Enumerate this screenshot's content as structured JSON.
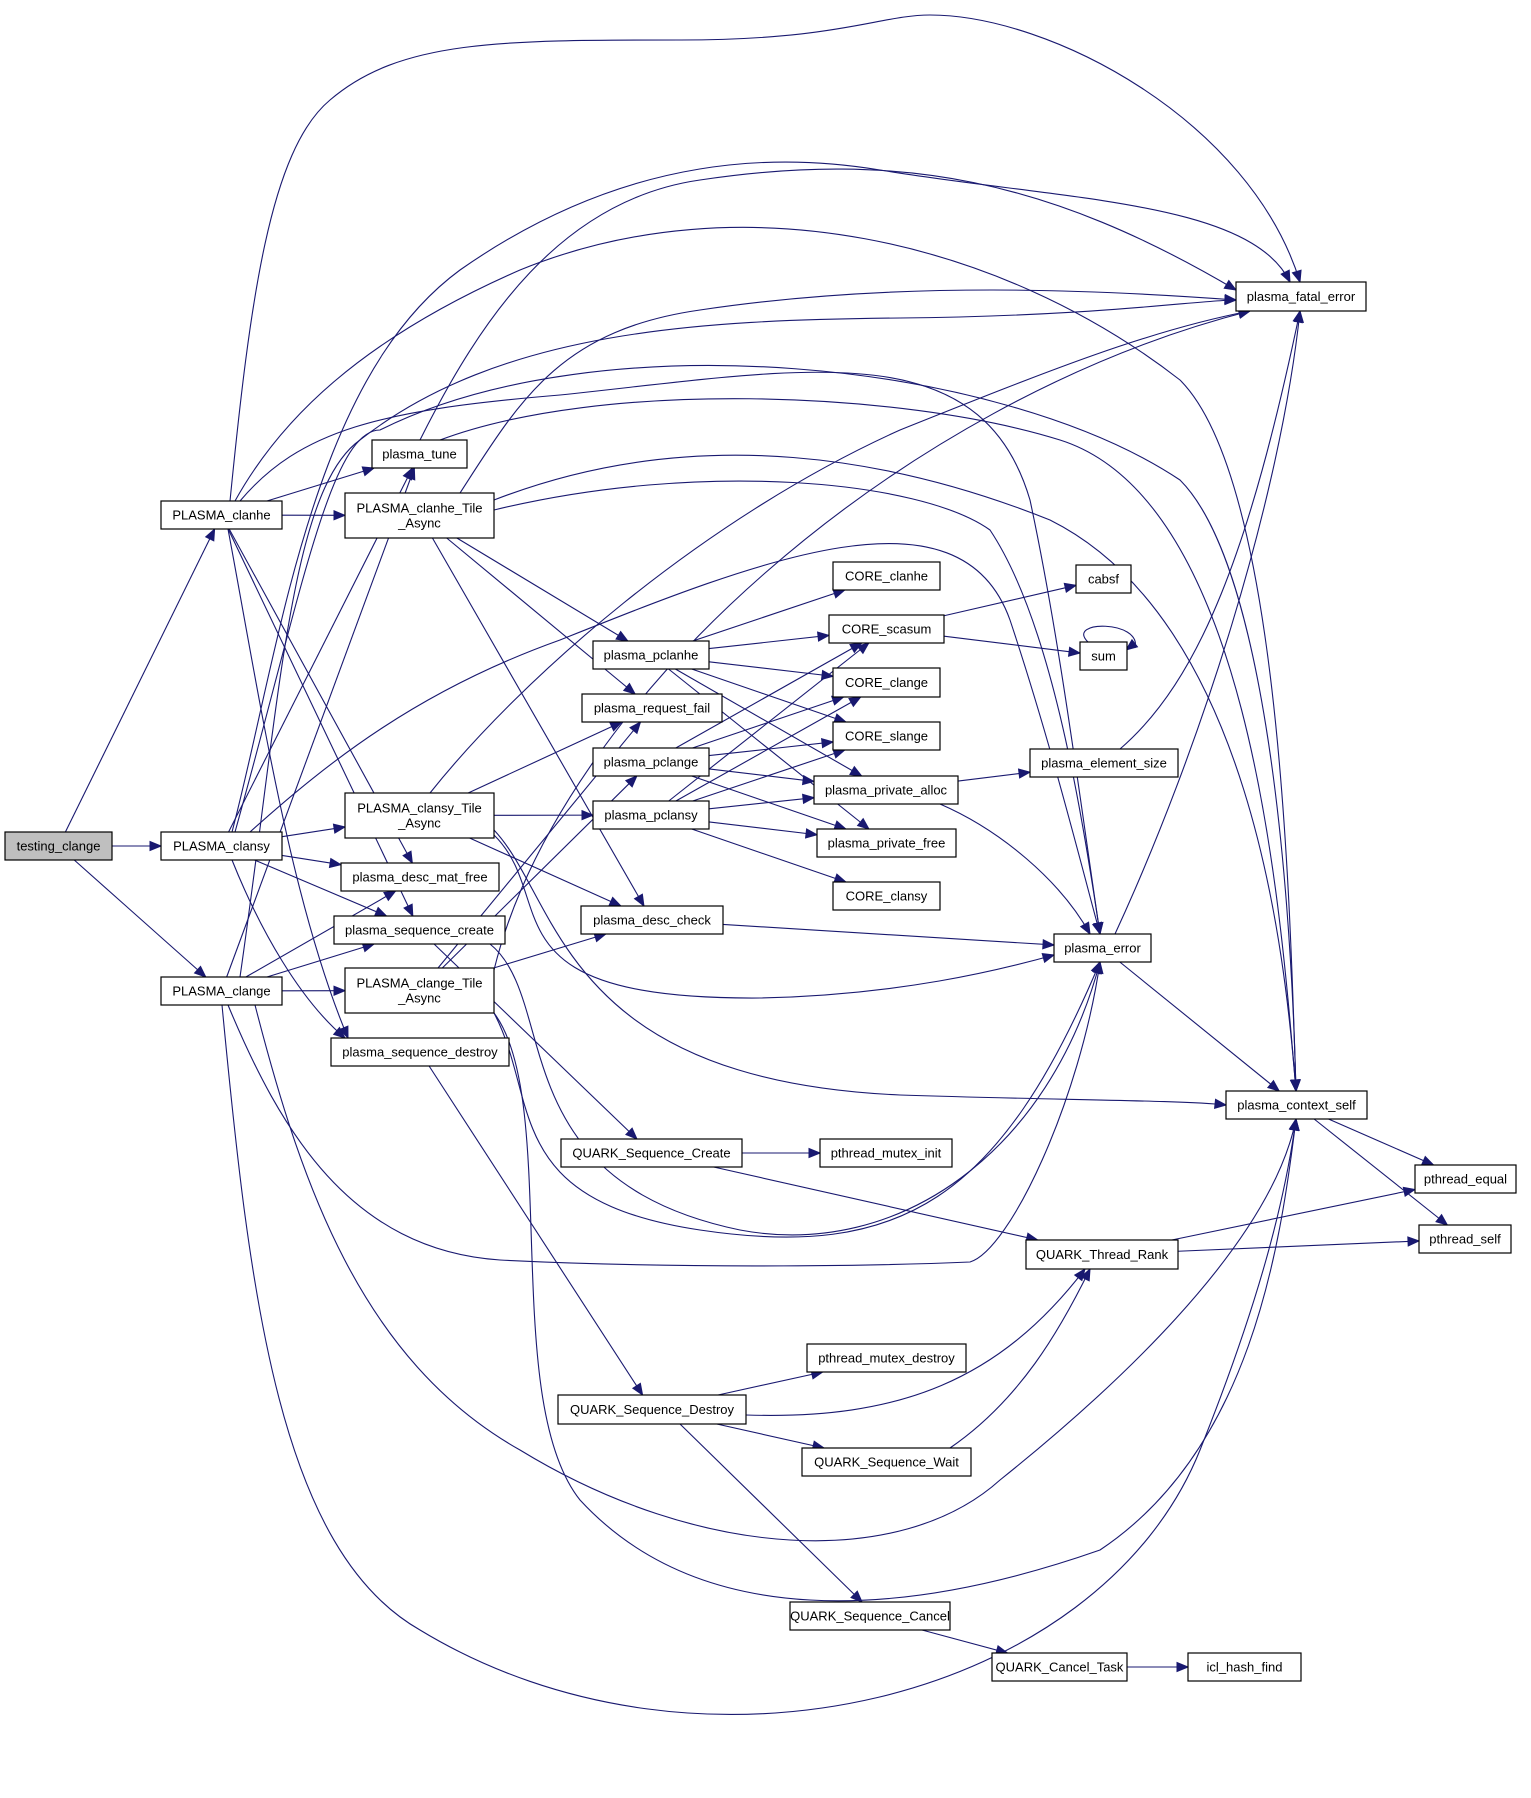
{
  "diagram": {
    "type": "call-graph",
    "root": "testing_clange",
    "colors": {
      "edge": "#191970",
      "node_border": "#000000",
      "node_fill": "#ffffff",
      "root_fill": "#bfbfbf"
    },
    "nodes": [
      {
        "id": "testing_clange",
        "label": [
          "testing_clange"
        ]
      },
      {
        "id": "PLASMA_clanhe",
        "label": [
          "PLASMA_clanhe"
        ]
      },
      {
        "id": "PLASMA_clansy",
        "label": [
          "PLASMA_clansy"
        ]
      },
      {
        "id": "PLASMA_clange",
        "label": [
          "PLASMA_clange"
        ]
      },
      {
        "id": "plasma_tune",
        "label": [
          "plasma_tune"
        ]
      },
      {
        "id": "PLASMA_clanhe_Tile_Async",
        "label": [
          "PLASMA_clanhe_Tile",
          "_Async"
        ]
      },
      {
        "id": "PLASMA_clansy_Tile_Async",
        "label": [
          "PLASMA_clansy_Tile",
          "_Async"
        ]
      },
      {
        "id": "plasma_desc_mat_free",
        "label": [
          "plasma_desc_mat_free"
        ]
      },
      {
        "id": "plasma_sequence_create",
        "label": [
          "plasma_sequence_create"
        ]
      },
      {
        "id": "PLASMA_clange_Tile_Async",
        "label": [
          "PLASMA_clange_Tile",
          "_Async"
        ]
      },
      {
        "id": "plasma_sequence_destroy",
        "label": [
          "plasma_sequence_destroy"
        ]
      },
      {
        "id": "plasma_pclanhe",
        "label": [
          "plasma_pclanhe"
        ]
      },
      {
        "id": "plasma_request_fail",
        "label": [
          "plasma_request_fail"
        ]
      },
      {
        "id": "plasma_pclange",
        "label": [
          "plasma_pclange"
        ]
      },
      {
        "id": "plasma_pclansy",
        "label": [
          "plasma_pclansy"
        ]
      },
      {
        "id": "plasma_desc_check",
        "label": [
          "plasma_desc_check"
        ]
      },
      {
        "id": "QUARK_Sequence_Create",
        "label": [
          "QUARK_Sequence_Create"
        ]
      },
      {
        "id": "QUARK_Sequence_Destroy",
        "label": [
          "QUARK_Sequence_Destroy"
        ]
      },
      {
        "id": "CORE_clanhe",
        "label": [
          "CORE_clanhe"
        ]
      },
      {
        "id": "CORE_scasum",
        "label": [
          "CORE_scasum"
        ]
      },
      {
        "id": "CORE_clange",
        "label": [
          "CORE_clange"
        ]
      },
      {
        "id": "CORE_slange",
        "label": [
          "CORE_slange"
        ]
      },
      {
        "id": "plasma_private_alloc",
        "label": [
          "plasma_private_alloc"
        ]
      },
      {
        "id": "plasma_private_free",
        "label": [
          "plasma_private_free"
        ]
      },
      {
        "id": "CORE_clansy",
        "label": [
          "CORE_clansy"
        ]
      },
      {
        "id": "pthread_mutex_init",
        "label": [
          "pthread_mutex_init"
        ]
      },
      {
        "id": "pthread_mutex_destroy",
        "label": [
          "pthread_mutex_destroy"
        ]
      },
      {
        "id": "QUARK_Sequence_Wait",
        "label": [
          "QUARK_Sequence_Wait"
        ]
      },
      {
        "id": "QUARK_Sequence_Cancel",
        "label": [
          "QUARK_Sequence_Cancel"
        ]
      },
      {
        "id": "cabsf",
        "label": [
          "cabsf"
        ]
      },
      {
        "id": "sum",
        "label": [
          "sum"
        ]
      },
      {
        "id": "plasma_element_size",
        "label": [
          "plasma_element_size"
        ]
      },
      {
        "id": "plasma_error",
        "label": [
          "plasma_error"
        ]
      },
      {
        "id": "QUARK_Thread_Rank",
        "label": [
          "QUARK_Thread_Rank"
        ]
      },
      {
        "id": "QUARK_Cancel_Task",
        "label": [
          "QUARK_Cancel_Task"
        ]
      },
      {
        "id": "plasma_fatal_error",
        "label": [
          "plasma_fatal_error"
        ]
      },
      {
        "id": "plasma_context_self",
        "label": [
          "plasma_context_self"
        ]
      },
      {
        "id": "icl_hash_find",
        "label": [
          "icl_hash_find"
        ]
      },
      {
        "id": "pthread_equal",
        "label": [
          "pthread_equal"
        ]
      },
      {
        "id": "pthread_self",
        "label": [
          "pthread_self"
        ]
      }
    ],
    "edges": [
      [
        "testing_clange",
        "PLASMA_clanhe"
      ],
      [
        "testing_clange",
        "PLASMA_clansy"
      ],
      [
        "testing_clange",
        "PLASMA_clange"
      ],
      [
        "PLASMA_clanhe",
        "plasma_tune"
      ],
      [
        "PLASMA_clanhe",
        "PLASMA_clanhe_Tile_Async"
      ],
      [
        "PLASMA_clanhe",
        "plasma_desc_mat_free"
      ],
      [
        "PLASMA_clanhe",
        "plasma_sequence_create"
      ],
      [
        "PLASMA_clanhe",
        "plasma_sequence_destroy"
      ],
      [
        "PLASMA_clanhe",
        "plasma_fatal_error"
      ],
      [
        "PLASMA_clanhe",
        "plasma_context_self"
      ],
      [
        "PLASMA_clanhe",
        "plasma_error"
      ],
      [
        "PLASMA_clansy",
        "plasma_tune"
      ],
      [
        "PLASMA_clansy",
        "PLASMA_clansy_Tile_Async"
      ],
      [
        "PLASMA_clansy",
        "plasma_desc_mat_free"
      ],
      [
        "PLASMA_clansy",
        "plasma_sequence_create"
      ],
      [
        "PLASMA_clansy",
        "plasma_sequence_destroy"
      ],
      [
        "PLASMA_clansy",
        "plasma_fatal_error"
      ],
      [
        "PLASMA_clansy",
        "plasma_context_self"
      ],
      [
        "PLASMA_clansy",
        "plasma_error"
      ],
      [
        "PLASMA_clange",
        "plasma_tune"
      ],
      [
        "PLASMA_clange",
        "PLASMA_clange_Tile_Async"
      ],
      [
        "PLASMA_clange",
        "plasma_desc_mat_free"
      ],
      [
        "PLASMA_clange",
        "plasma_sequence_create"
      ],
      [
        "PLASMA_clange",
        "plasma_sequence_destroy"
      ],
      [
        "PLASMA_clange",
        "plasma_fatal_error"
      ],
      [
        "PLASMA_clange",
        "plasma_context_self"
      ],
      [
        "PLASMA_clange",
        "plasma_error"
      ],
      [
        "plasma_tune",
        "plasma_fatal_error"
      ],
      [
        "plasma_tune",
        "plasma_context_self"
      ],
      [
        "PLASMA_clanhe_Tile_Async",
        "plasma_pclanhe"
      ],
      [
        "PLASMA_clanhe_Tile_Async",
        "plasma_request_fail"
      ],
      [
        "PLASMA_clanhe_Tile_Async",
        "plasma_desc_check"
      ],
      [
        "PLASMA_clanhe_Tile_Async",
        "plasma_fatal_error"
      ],
      [
        "PLASMA_clanhe_Tile_Async",
        "plasma_context_self"
      ],
      [
        "PLASMA_clanhe_Tile_Async",
        "plasma_error"
      ],
      [
        "PLASMA_clansy_Tile_Async",
        "plasma_pclansy"
      ],
      [
        "PLASMA_clansy_Tile_Async",
        "plasma_request_fail"
      ],
      [
        "PLASMA_clansy_Tile_Async",
        "plasma_desc_check"
      ],
      [
        "PLASMA_clansy_Tile_Async",
        "plasma_fatal_error"
      ],
      [
        "PLASMA_clansy_Tile_Async",
        "plasma_context_self"
      ],
      [
        "PLASMA_clansy_Tile_Async",
        "plasma_error"
      ],
      [
        "PLASMA_clange_Tile_Async",
        "plasma_pclange"
      ],
      [
        "PLASMA_clange_Tile_Async",
        "plasma_request_fail"
      ],
      [
        "PLASMA_clange_Tile_Async",
        "plasma_desc_check"
      ],
      [
        "PLASMA_clange_Tile_Async",
        "plasma_fatal_error"
      ],
      [
        "PLASMA_clange_Tile_Async",
        "plasma_context_self"
      ],
      [
        "PLASMA_clange_Tile_Async",
        "plasma_error"
      ],
      [
        "plasma_sequence_create",
        "QUARK_Sequence_Create"
      ],
      [
        "plasma_sequence_create",
        "plasma_error"
      ],
      [
        "plasma_sequence_destroy",
        "QUARK_Sequence_Destroy"
      ],
      [
        "plasma_pclanhe",
        "CORE_clanhe"
      ],
      [
        "plasma_pclanhe",
        "CORE_scasum"
      ],
      [
        "plasma_pclanhe",
        "CORE_clange"
      ],
      [
        "plasma_pclanhe",
        "CORE_slange"
      ],
      [
        "plasma_pclanhe",
        "plasma_private_alloc"
      ],
      [
        "plasma_pclanhe",
        "plasma_private_free"
      ],
      [
        "plasma_pclange",
        "CORE_scasum"
      ],
      [
        "plasma_pclange",
        "CORE_clange"
      ],
      [
        "plasma_pclange",
        "CORE_slange"
      ],
      [
        "plasma_pclange",
        "plasma_private_alloc"
      ],
      [
        "plasma_pclange",
        "plasma_private_free"
      ],
      [
        "plasma_pclansy",
        "CORE_scasum"
      ],
      [
        "plasma_pclansy",
        "CORE_clange"
      ],
      [
        "plasma_pclansy",
        "CORE_slange"
      ],
      [
        "plasma_pclansy",
        "plasma_private_alloc"
      ],
      [
        "plasma_pclansy",
        "plasma_private_free"
      ],
      [
        "plasma_pclansy",
        "CORE_clansy"
      ],
      [
        "plasma_desc_check",
        "plasma_error"
      ],
      [
        "CORE_scasum",
        "cabsf"
      ],
      [
        "CORE_scasum",
        "sum"
      ],
      [
        "sum",
        "sum"
      ],
      [
        "plasma_private_alloc",
        "plasma_element_size"
      ],
      [
        "plasma_private_alloc",
        "plasma_error"
      ],
      [
        "plasma_element_size",
        "plasma_fatal_error"
      ],
      [
        "plasma_error",
        "plasma_fatal_error"
      ],
      [
        "plasma_error",
        "plasma_context_self"
      ],
      [
        "QUARK_Sequence_Create",
        "pthread_mutex_init"
      ],
      [
        "QUARK_Sequence_Create",
        "QUARK_Thread_Rank"
      ],
      [
        "QUARK_Sequence_Destroy",
        "pthread_mutex_destroy"
      ],
      [
        "QUARK_Sequence_Destroy",
        "QUARK_Thread_Rank"
      ],
      [
        "QUARK_Sequence_Destroy",
        "QUARK_Sequence_Wait"
      ],
      [
        "QUARK_Sequence_Destroy",
        "QUARK_Sequence_Cancel"
      ],
      [
        "QUARK_Sequence_Wait",
        "QUARK_Thread_Rank"
      ],
      [
        "QUARK_Sequence_Cancel",
        "QUARK_Cancel_Task"
      ],
      [
        "QUARK_Cancel_Task",
        "icl_hash_find"
      ],
      [
        "QUARK_Thread_Rank",
        "pthread_equal"
      ],
      [
        "QUARK_Thread_Rank",
        "pthread_self"
      ],
      [
        "plasma_context_self",
        "pthread_equal"
      ],
      [
        "plasma_context_self",
        "pthread_self"
      ]
    ]
  }
}
